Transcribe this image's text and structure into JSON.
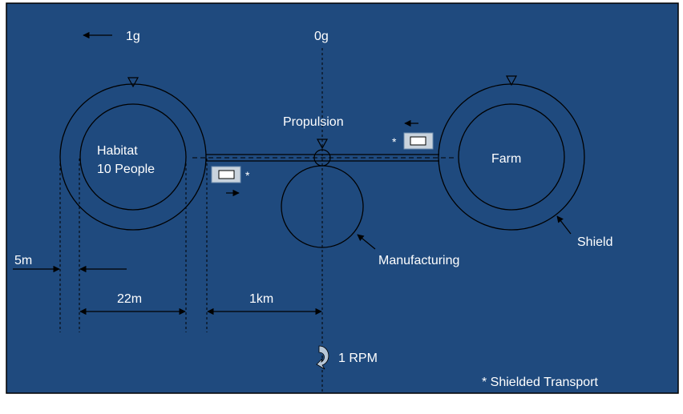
{
  "diagram": {
    "colors": {
      "background": "#1F4A7E",
      "stroke": "#000000",
      "text": "#FFFFFF",
      "transport_fill": "#C9D3DD",
      "rotation_arrow": "#B7C7D8"
    },
    "gravity": {
      "habitat": "1g",
      "center": "0g"
    },
    "modules": {
      "habitat_line1": "Habitat",
      "habitat_line2": "10 People",
      "farm": "Farm",
      "propulsion": "Propulsion",
      "manufacturing": "Manufacturing",
      "shield": "Shield"
    },
    "dimensions": {
      "shield_thickness": "5m",
      "habitat_diameter": "22m",
      "arm_length": "1km"
    },
    "rotation": "1 RPM",
    "transport_marker": "*",
    "footnote": "* Shielded Transport"
  }
}
